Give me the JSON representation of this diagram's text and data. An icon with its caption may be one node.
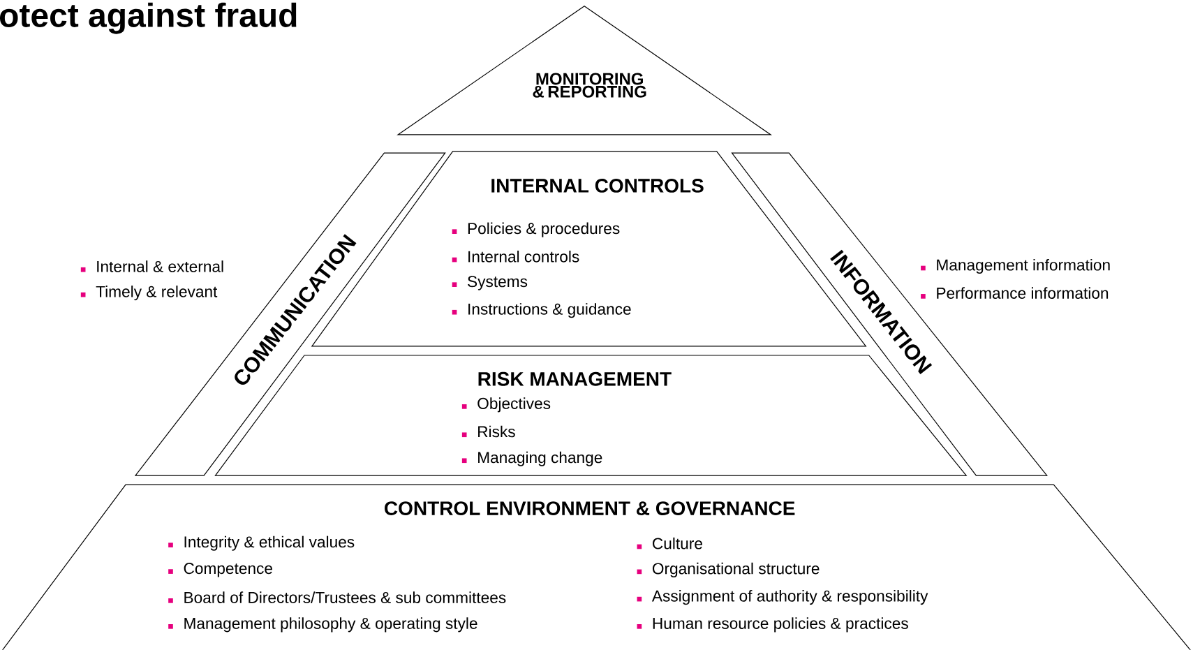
{
  "diagram": {
    "title": "otect against fraud",
    "nodes": [
      {
        "text": [
          "MONITORING & REPORTING"
        ]
      },
      {
        "text": [
          "COMMUNICATION"
        ]
      },
      {
        "text": [
          "INTERNAL CONTROLS",
          "Policies & procedures",
          "Internal controls",
          "Systems",
          "Instructions & guidance"
        ]
      },
      {
        "text": [
          "RISK MANAGEMENT",
          "Objectives",
          "Risks",
          "Managing change"
        ]
      },
      {
        "text": [
          "INFORMATION"
        ]
      },
      {
        "text": [
          "CONTROL ENVIRONMENT & GOVERNANCE",
          "Integrity & ethical values",
          "Competence",
          "Board of Directors/Trustees & sub committees",
          "Management philosophy & operating style",
          "Culture",
          "Organisational structure",
          "Assignment of authority & responsibility",
          "Human resource policies & practices"
        ]
      }
    ],
    "labels": [
      "Internal & external",
      "Timely & relevant",
      "Management information",
      "Performance information"
    ]
  }
}
